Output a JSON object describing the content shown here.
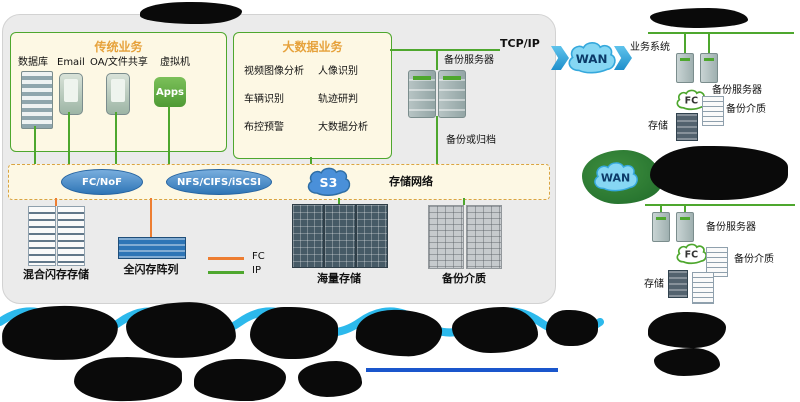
{
  "colors": {
    "ip_line_green": "#4ea72e",
    "fc_line_orange": "#ed7d31",
    "panel_cream": "#fdf8e4",
    "protocol_blue": "#2e75b6",
    "wan_cloud_blue": "#7fd4f5",
    "redaction_black": "#0a0a0a"
  },
  "production": {
    "network_label": "TCP/IP",
    "traditional": {
      "title": "传统业务",
      "items": [
        {
          "label": "数据库"
        },
        {
          "label": "Email"
        },
        {
          "label": "OA/文件共享"
        },
        {
          "label": "虚拟机",
          "icon_text": "Apps"
        }
      ]
    },
    "bigdata": {
      "title": "大数据业务",
      "items": [
        "视频图像分析",
        "人像识别",
        "车辆识别",
        "轨迹研判",
        "布控预警",
        "大数据分析"
      ]
    },
    "backup_server_label": "备份服务器",
    "backup_or_archive_label": "备份或归档",
    "storage_network": {
      "label": "存储网络",
      "protocols": [
        "FC/NoF",
        "NFS/CIFS/iSCSI",
        "S3"
      ]
    },
    "devices": {
      "hybrid_flash_label": "混合闪存存储",
      "all_flash_label": "全闪存阵列",
      "mass_storage_label": "海量存储",
      "backup_media_label": "备份介质"
    },
    "legend": {
      "fc_label": "FC",
      "ip_label": "IP"
    }
  },
  "right_top_site": {
    "wan_label": "WAN",
    "business_system_label": "业务系统",
    "backup_server_label": "备份服务器",
    "fc_cloud_label": "FC",
    "storage_label": "存储",
    "backup_media_label": "备份介质"
  },
  "right_bottom_site": {
    "wan_label": "WAN",
    "backup_server_label": "备份服务器",
    "fc_cloud_label": "FC",
    "storage_label": "存储",
    "backup_media_label": "备份介质"
  }
}
